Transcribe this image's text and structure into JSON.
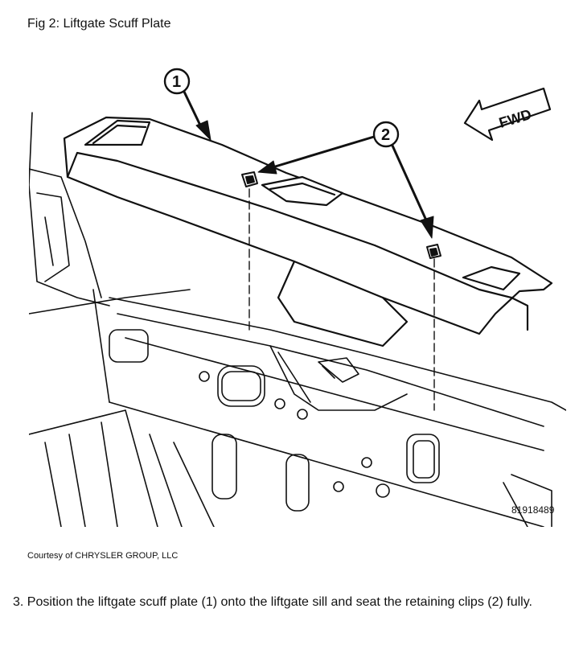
{
  "figure": {
    "caption": "Fig 2: Liftgate Scuff Plate",
    "callouts": [
      "1",
      "2"
    ],
    "direction_label": "FWD",
    "image_code": "81918489",
    "credit": "Courtesy of CHRYSLER GROUP, LLC"
  },
  "instructions": {
    "step": "3. Position the liftgate scuff plate (1) onto the liftgate sill and seat the retaining clips (2) fully."
  }
}
